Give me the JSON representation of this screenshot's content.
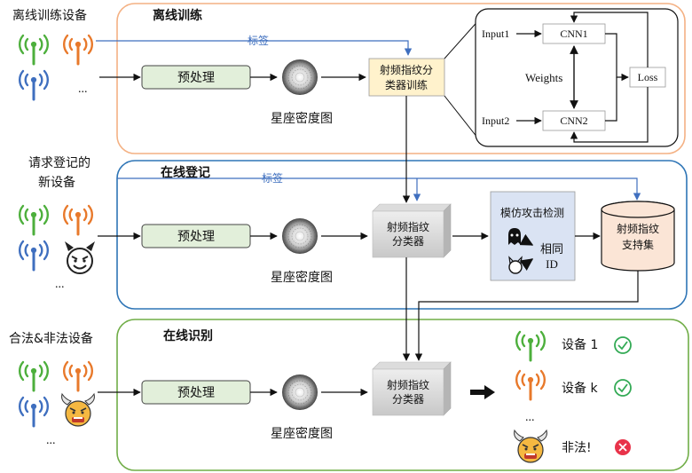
{
  "sources": {
    "offline": {
      "title": "离线训练设备",
      "more": "..."
    },
    "register": {
      "title_line1": "请求登记的",
      "title_line2": "新设备",
      "more": "..."
    },
    "identify": {
      "title": "合法&非法设备",
      "more": "..."
    }
  },
  "panels": {
    "offline": {
      "title": "离线训练",
      "color": "#f4b183"
    },
    "register": {
      "title": "在线登记",
      "color": "#2e75b6"
    },
    "identify": {
      "title": "在线识别",
      "color": "#70ad47"
    }
  },
  "labels": {
    "tag_offline": "标签",
    "tag_register": "标签"
  },
  "stages": {
    "preprocess": "预处理",
    "constellation": "星座密度图",
    "train_line1": "射频指纹分",
    "train_line2": "类器训练",
    "classifier_line1": "射频指纹",
    "classifier_line2": "分类器"
  },
  "siamese": {
    "input1": "Input1",
    "input2": "Input2",
    "cnn1": "CNN1",
    "cnn2": "CNN2",
    "weights": "Weights",
    "loss": "Loss"
  },
  "spoof": {
    "title": "模仿攻击检测",
    "same": "相同",
    "id": "ID"
  },
  "database": {
    "line1": "射频指纹",
    "line2": "支持集"
  },
  "results": {
    "device1": "设备 1",
    "devicek": "设备 k",
    "more": "...",
    "illegal": "非法!"
  },
  "colors": {
    "wifi_green": "#4daf3c",
    "wifi_orange": "#e8792b",
    "wifi_blue": "#3f6fbf",
    "preprocess_fill": "#e2efda",
    "train_fill": "#fff2cc",
    "spoof_fill": "#dae3f3",
    "db_fill": "#fbe5d6",
    "check": "#33aa55",
    "cross": "#e8334a"
  }
}
